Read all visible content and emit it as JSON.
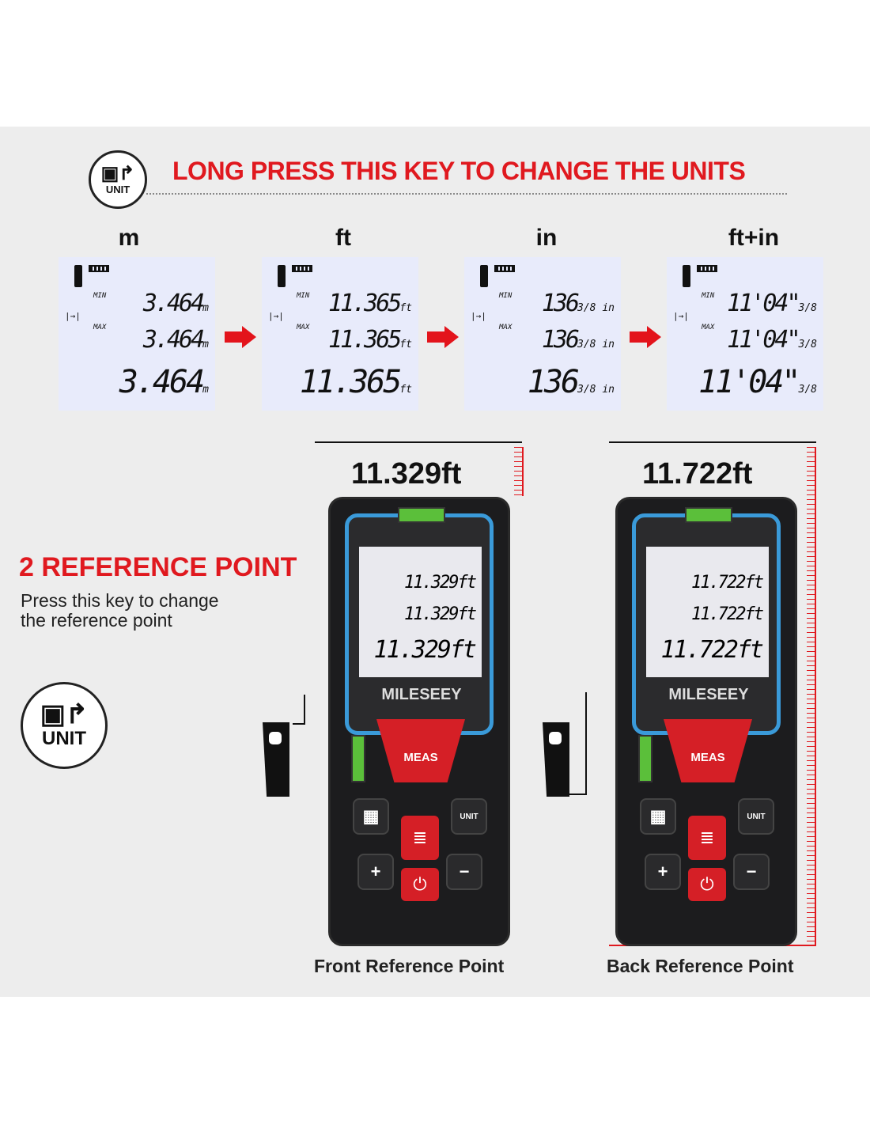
{
  "header": {
    "headline": "LONG PRESS THIS KEY TO CHANGE THE UNITS",
    "unit_key_label": "UNIT"
  },
  "units": [
    {
      "label": "m",
      "rows": [
        "3.464",
        "3.464",
        "3.464"
      ],
      "suffix": "m"
    },
    {
      "label": "ft",
      "rows": [
        "11.365",
        "11.365",
        "11.365"
      ],
      "suffix": "ft"
    },
    {
      "label": "in",
      "rows": [
        "136",
        "136",
        "136"
      ],
      "suffix": "3/8 in"
    },
    {
      "label": "ft+in",
      "rows": [
        "11'04\"",
        "11'04\"",
        "11'04\""
      ],
      "suffix": "3/8"
    }
  ],
  "lcd_labels": {
    "min": "MIN",
    "max": "MAX"
  },
  "reference": {
    "title": "2 REFERENCE POINT",
    "desc_line1": "Press this key to change",
    "desc_line2": "the reference point",
    "unit_key_label": "UNIT"
  },
  "devices": [
    {
      "measurement": "11.329ft",
      "readings": [
        "11.329ft",
        "11.329ft",
        "11.329ft"
      ],
      "brand": "MILESEEY",
      "meas_label": "MEAS",
      "unit_label": "UNIT",
      "caption": "Front Reference Point"
    },
    {
      "measurement": "11.722ft",
      "readings": [
        "11.722ft",
        "11.722ft",
        "11.722ft"
      ],
      "brand": "MILESEEY",
      "meas_label": "MEAS",
      "unit_label": "UNIT",
      "caption": "Back Reference Point"
    }
  ],
  "colors": {
    "accent": "#e0191f",
    "lcd": "#e8ebfb",
    "frame": "#3a9ad9"
  }
}
